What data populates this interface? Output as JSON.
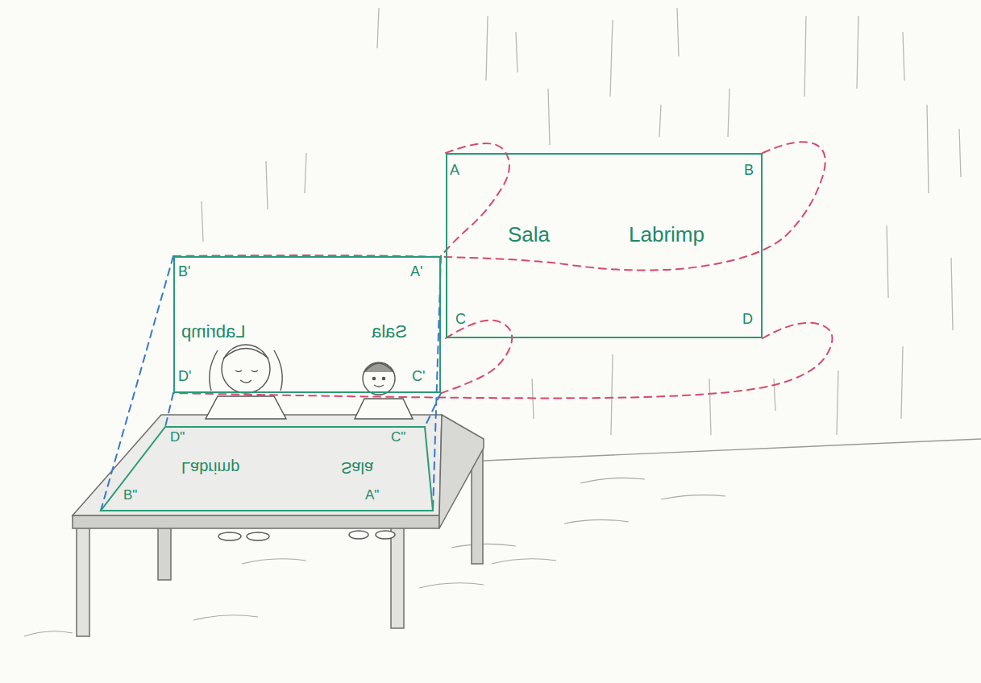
{
  "diagram": {
    "nodes": [
      {
        "text": [
          "A",
          "B",
          "Sala",
          "Labrimp",
          "C",
          "D"
        ]
      },
      {
        "text": [
          "B'",
          "A'",
          "Labrimp",
          "Sala",
          "D'",
          "C'"
        ]
      },
      {
        "text": [
          "D\"",
          "C\"",
          "Labrimp",
          "Sala",
          "B\"",
          "A\""
        ]
      }
    ],
    "edges": [
      {
        "from": 0,
        "to": 1,
        "arrow": "none"
      },
      {
        "from": 0,
        "to": 1,
        "arrow": "none"
      },
      {
        "from": 0,
        "to": 1,
        "arrow": "none"
      },
      {
        "from": 0,
        "to": 1,
        "arrow": "none"
      },
      {
        "from": 1,
        "to": 2,
        "arrow": "none"
      },
      {
        "from": 1,
        "to": 2,
        "arrow": "none"
      },
      {
        "from": 1,
        "to": 2,
        "arrow": "none"
      },
      {
        "from": 1,
        "to": 2,
        "arrow": "none"
      }
    ]
  }
}
